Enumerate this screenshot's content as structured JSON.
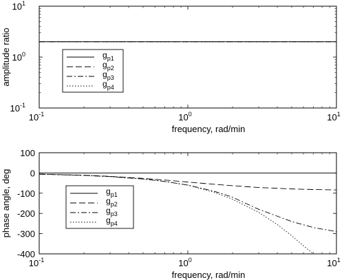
{
  "chart_data": [
    {
      "type": "line",
      "title": "",
      "xlabel": "frequency, rad/min",
      "ylabel": "amplitude ratio",
      "xscale": "log",
      "yscale": "log",
      "xlim": [
        0.1,
        10
      ],
      "ylim": [
        0.1,
        10
      ],
      "x_tick_labels": [
        {
          "base": "10",
          "exp": "-1"
        },
        {
          "base": "10",
          "exp": "0"
        },
        {
          "base": "10",
          "exp": "1"
        }
      ],
      "y_tick_labels": [
        {
          "base": "10",
          "exp": "-1"
        },
        {
          "base": "10",
          "exp": "0"
        },
        {
          "base": "10",
          "exp": "1"
        }
      ],
      "grid": false,
      "legend_position": "bottom-left",
      "legend": [
        {
          "main": "g",
          "sub": "p1",
          "style": "solid"
        },
        {
          "main": "g",
          "sub": "p2",
          "style": "dashed"
        },
        {
          "main": "g",
          "sub": "p3",
          "style": "dashdot"
        },
        {
          "main": "g",
          "sub": "p4",
          "style": "dotted"
        }
      ],
      "series": [
        {
          "style": "solid",
          "x": [
            0.1,
            10
          ],
          "y": [
            2,
            2
          ]
        },
        {
          "style": "dashed",
          "x": [
            0.1,
            10
          ],
          "y": [
            2,
            2
          ]
        },
        {
          "style": "dashdot",
          "x": [
            0.1,
            10
          ],
          "y": [
            2,
            2
          ]
        },
        {
          "style": "dotted",
          "x": [
            0.1,
            10
          ],
          "y": [
            2,
            2
          ]
        }
      ]
    },
    {
      "type": "line",
      "title": "",
      "xlabel": "frequency, rad/min",
      "ylabel": "phase angle, deg",
      "xscale": "log",
      "yscale": "linear",
      "xlim": [
        0.1,
        10
      ],
      "ylim": [
        -400,
        100
      ],
      "x_tick_labels": [
        {
          "base": "10",
          "exp": "-1"
        },
        {
          "base": "10",
          "exp": "0"
        },
        {
          "base": "10",
          "exp": "1"
        }
      ],
      "y_ticks": [
        100,
        0,
        -100,
        -200,
        -300,
        -400
      ],
      "y_tick_labels": [
        "100",
        "0",
        "-100",
        "-200",
        "-300",
        "-400"
      ],
      "grid": false,
      "reference_line": 0,
      "legend_position": "bottom-left",
      "legend": [
        {
          "main": "g",
          "sub": "p1",
          "style": "solid"
        },
        {
          "main": "g",
          "sub": "p2",
          "style": "dashed"
        },
        {
          "main": "g",
          "sub": "p3",
          "style": "dashdot"
        },
        {
          "main": "g",
          "sub": "p4",
          "style": "dotted"
        }
      ],
      "series": [
        {
          "style": "solid",
          "x": [
            0.1,
            10
          ],
          "y": [
            0,
            0
          ]
        },
        {
          "style": "dashed",
          "x": [
            0.1,
            0.2,
            0.3,
            0.5,
            0.7,
            1,
            1.5,
            2,
            3,
            5,
            7,
            10
          ],
          "y": [
            -6,
            -11,
            -17,
            -27,
            -35,
            -45,
            -56,
            -63,
            -72,
            -79,
            -82,
            -84
          ]
        },
        {
          "style": "dashdot",
          "x": [
            0.1,
            0.2,
            0.3,
            0.5,
            0.7,
            1,
            1.5,
            2,
            3,
            5,
            7,
            10
          ],
          "y": [
            -6,
            -12,
            -18,
            -30,
            -42,
            -60,
            -90,
            -120,
            -180,
            -240,
            -270,
            -290
          ]
        },
        {
          "style": "dotted",
          "x": [
            0.1,
            0.2,
            0.3,
            0.5,
            0.7,
            1,
            1.5,
            2,
            3,
            4,
            5,
            6,
            7
          ],
          "y": [
            -6,
            -12,
            -18,
            -30,
            -42,
            -60,
            -95,
            -130,
            -195,
            -255,
            -310,
            -360,
            -400
          ]
        }
      ]
    }
  ]
}
